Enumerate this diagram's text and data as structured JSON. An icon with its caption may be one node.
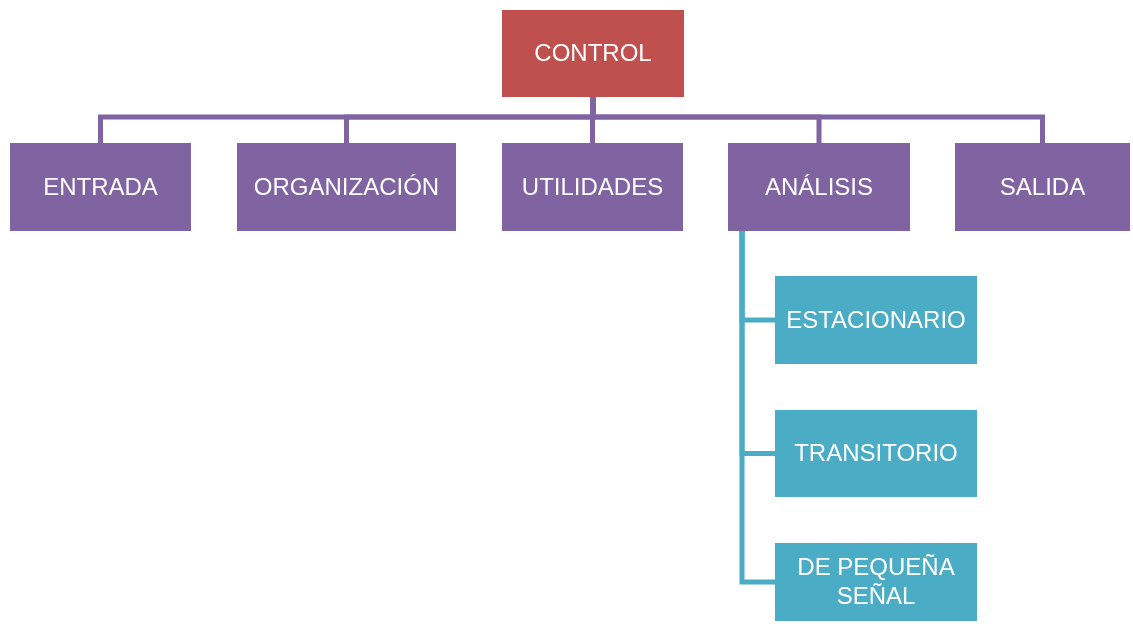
{
  "diagram": {
    "nodes": [
      {
        "text": [
          "CONTROL"
        ]
      },
      {
        "text": [
          "ENTRADA"
        ]
      },
      {
        "text": [
          "ORGANIZACIÓN"
        ]
      },
      {
        "text": [
          "UTILIDADES"
        ]
      },
      {
        "text": [
          "ANÁLISIS"
        ]
      },
      {
        "text": [
          "SALIDA"
        ]
      },
      {
        "text": [
          "ESTACIONARIO"
        ]
      },
      {
        "text": [
          "TRANSITORIO"
        ]
      },
      {
        "text": [
          "DE PEQUEÑA SEÑAL"
        ]
      }
    ],
    "edges": [
      {
        "from": 0,
        "to": 1,
        "arrow": "none"
      },
      {
        "from": 0,
        "to": 2,
        "arrow": "none"
      },
      {
        "from": 0,
        "to": 3,
        "arrow": "none"
      },
      {
        "from": 0,
        "to": 4,
        "arrow": "none"
      },
      {
        "from": 0,
        "to": 5,
        "arrow": "none"
      },
      {
        "from": 4,
        "to": 6,
        "arrow": "none",
        "color": "#4bacc6"
      },
      {
        "from": 4,
        "to": 7,
        "arrow": "none",
        "color": "#4bacc6"
      },
      {
        "from": 4,
        "to": 8,
        "arrow": "none",
        "color": "#4bacc6"
      }
    ]
  }
}
